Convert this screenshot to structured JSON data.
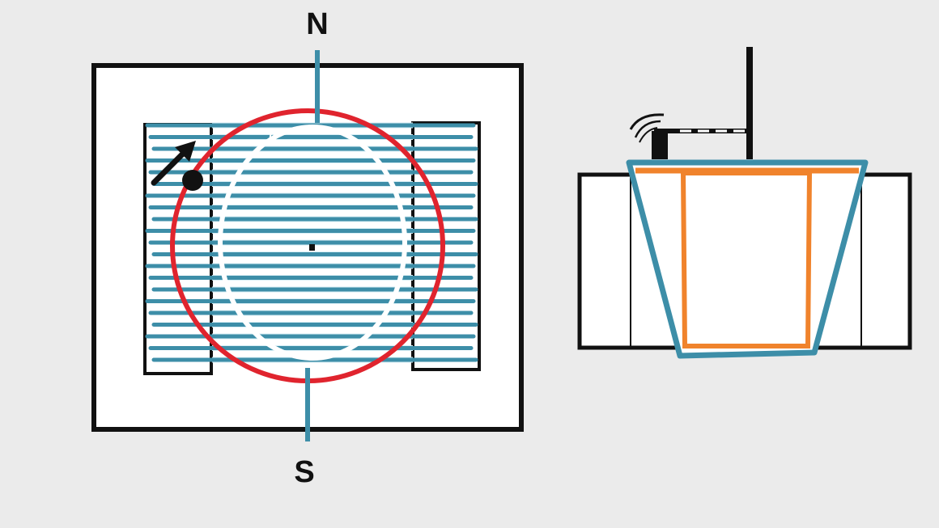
{
  "labels": {
    "north": "N",
    "south": "S"
  },
  "colors": {
    "background": "#ebebeb",
    "outline": "#111111",
    "fill": "#ffffff",
    "stripe": "#3d8ea8",
    "stripe_light": "#d6eef5",
    "ring": "#e0242e",
    "orange": "#f0832c",
    "dash": "#ffffff"
  },
  "icons": {
    "left_figure": "top-view-field-diagram",
    "right_figure": "side-view-cross-section",
    "marker": "black-dot-with-arrow"
  }
}
